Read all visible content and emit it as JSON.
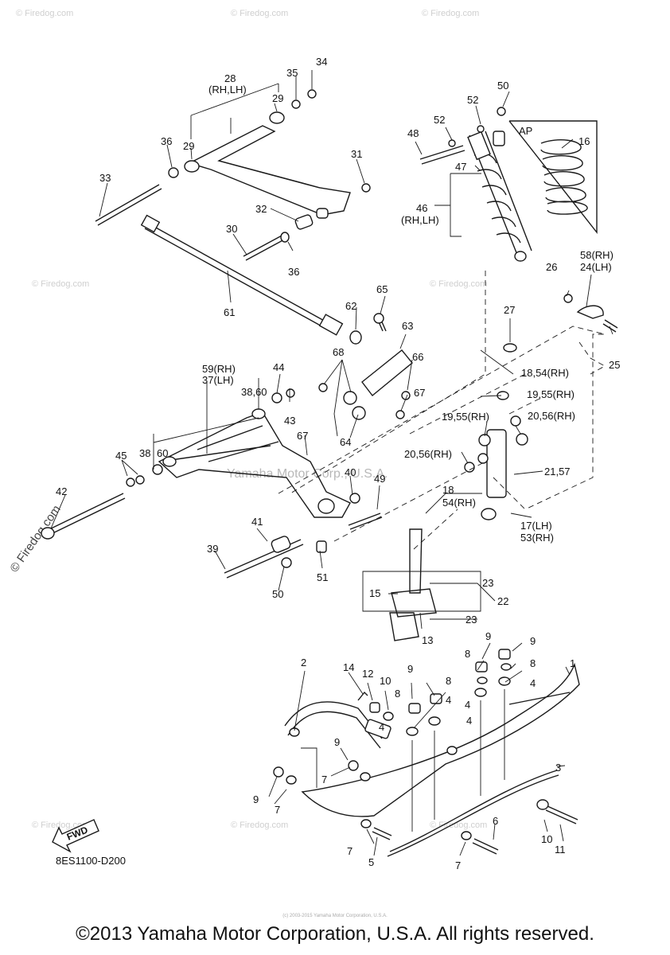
{
  "diagram": {
    "drawing_code": "8ES1100-D200",
    "fwd_label": "FWD",
    "inset_label": "AP",
    "watermark_center": "Yamaha Motor Corp., U.S.A.",
    "watermark_site": "© Firedog.com",
    "labels": {
      "l1": "1",
      "l2": "2",
      "l3": "3",
      "l4a": "4",
      "l4b": "4",
      "l4c": "4",
      "l4d": "4",
      "l4e": "4",
      "l5": "5",
      "l6": "6",
      "l7a": "7",
      "l7b": "7",
      "l7c": "7",
      "l7d": "7",
      "l8a": "8",
      "l8b": "8",
      "l8c": "8",
      "l8d": "8",
      "l9a": "9",
      "l9b": "9",
      "l9c": "9",
      "l9d": "9",
      "l9e": "9",
      "l10a": "10",
      "l10b": "10",
      "l11": "11",
      "l12": "12",
      "l13": "13",
      "l14": "14",
      "l15": "15",
      "l16": "16",
      "l17": "17(LH)",
      "l53": "53(RH)",
      "l18a": "18,54(RH)",
      "l18b": "18",
      "l54b": "54(RH)",
      "l19a": "19,55(RH)",
      "l19b": "19,55(RH)",
      "l20a": "20,56(RH)",
      "l20b": "20,56(RH)",
      "l21": "21,57",
      "l22": "22",
      "l23a": "23",
      "l23b": "23",
      "l24": "24(LH)",
      "l58": "58(RH)",
      "l25": "25",
      "l26": "26",
      "l27": "27",
      "l28": "28",
      "l28sub": "(RH,LH)",
      "l29a": "29",
      "l29b": "29",
      "l30": "30",
      "l31": "31",
      "l32": "32",
      "l33": "33",
      "l34": "34",
      "l35": "35",
      "l36a": "36",
      "l36b": "36",
      "l59": "59(RH)",
      "l37": "37(LH)",
      "l38a": "38,60",
      "l38b": "38",
      "l60b": "60",
      "l39": "39",
      "l40": "40",
      "l41": "41",
      "l42": "42",
      "l43": "43",
      "l44": "44",
      "l45": "45",
      "l46": "46",
      "l46sub": "(RH,LH)",
      "l47": "47",
      "l48": "48",
      "l49": "49",
      "l50a": "50",
      "l50b": "50",
      "l51": "51",
      "l52a": "52",
      "l52b": "52",
      "l61": "61",
      "l62": "62",
      "l63": "63",
      "l64": "64",
      "l65": "65",
      "l66": "66",
      "l67a": "67",
      "l67b": "67",
      "l68": "68"
    }
  },
  "footer": {
    "copyright": "©2013 Yamaha Motor Corporation, U.S.A. All rights reserved.",
    "tiny_copyright": "(c) 2003-2015 Yamaha Motor Corporation, U.S.A."
  }
}
